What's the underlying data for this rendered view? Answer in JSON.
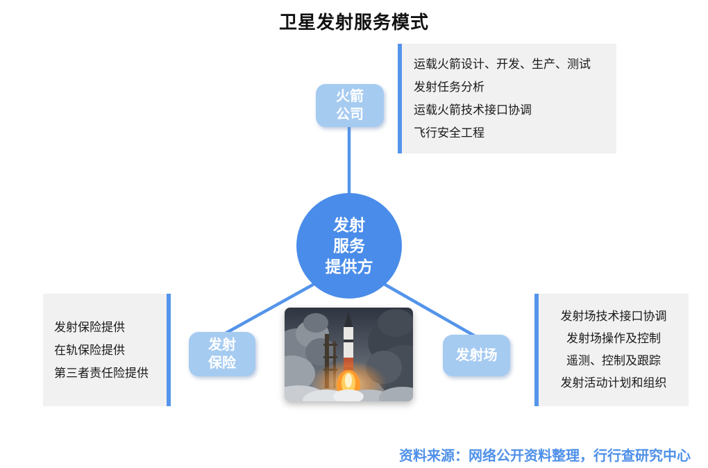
{
  "title": "卫星发射服务模式",
  "center_node": {
    "label": "发射\n服务\n提供方"
  },
  "nodes": {
    "rocket_company": {
      "label": "火箭\n公司"
    },
    "launch_insurance": {
      "label": "发射\n保险"
    },
    "launch_site": {
      "label": "发射场"
    }
  },
  "panels": {
    "rocket_company_services": {
      "items": [
        "运载火箭设计、开发、生产、测试",
        "发射任务分析",
        "运载火箭技术接口协调",
        "飞行安全工程"
      ]
    },
    "insurance_services": {
      "items": [
        "发射保险提供",
        "在轨保险提供",
        "第三者责任险提供"
      ]
    },
    "launch_site_services": {
      "items": [
        "发射场技术接口协调",
        "发射场操作及控制",
        "遥测、控制及跟踪",
        "发射活动计划和组织"
      ]
    }
  },
  "image": {
    "name": "rocket-launch-photo"
  },
  "source": {
    "text": "资料来源：网络公开资料整理，行行查研究中心"
  },
  "colors": {
    "accent_blue": "#5494ea",
    "circle_blue": "#4a8ce9",
    "node_blue": "#a6cbf1",
    "panel_gray": "#f1f1f2",
    "text_dark": "#1a1a1a",
    "source_blue": "#4f90e8"
  }
}
